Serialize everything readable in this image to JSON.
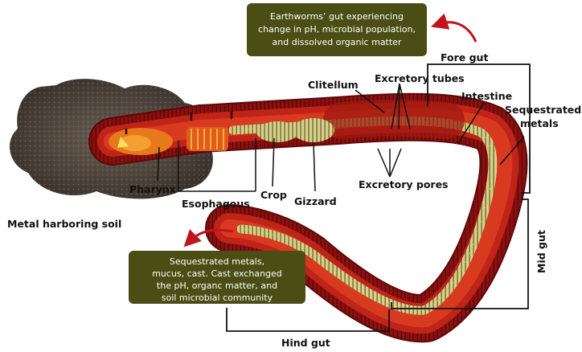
{
  "info_boxes": {
    "top": [
      "Earthworms’ gut experiencing",
      "change in pH, microbial population,",
      "and dissolved organic matter"
    ],
    "bottom": [
      "Sequestrated metals,",
      "mucus, cast. Cast exchanged",
      "the pH, organc matter, and",
      "soil microbial community"
    ]
  },
  "labels": {
    "fore_gut": "Fore gut",
    "mid_gut": "Mid gut",
    "hind_gut": "Hind gut",
    "clitellum": "Clitellum",
    "excretory_tubes": "Excretory tubes",
    "intestine": "Intestine",
    "sequestrated_metals": [
      "Sequestrated",
      "metals"
    ],
    "pharynx": "Pharynx",
    "esophagous": "Esophagous",
    "crop": "Crop",
    "gizzard": "Gizzard",
    "excretory_pores": "Excretory pores",
    "metal_soil": "Metal harboring soil"
  },
  "colors": {
    "box_bg": "#4a4e14",
    "worm_outer": "#8b1010",
    "worm_body": "#c02418",
    "worm_inner": "#d83a20",
    "gut_fill": "#cfd08a",
    "arrow": "#c0141c"
  }
}
